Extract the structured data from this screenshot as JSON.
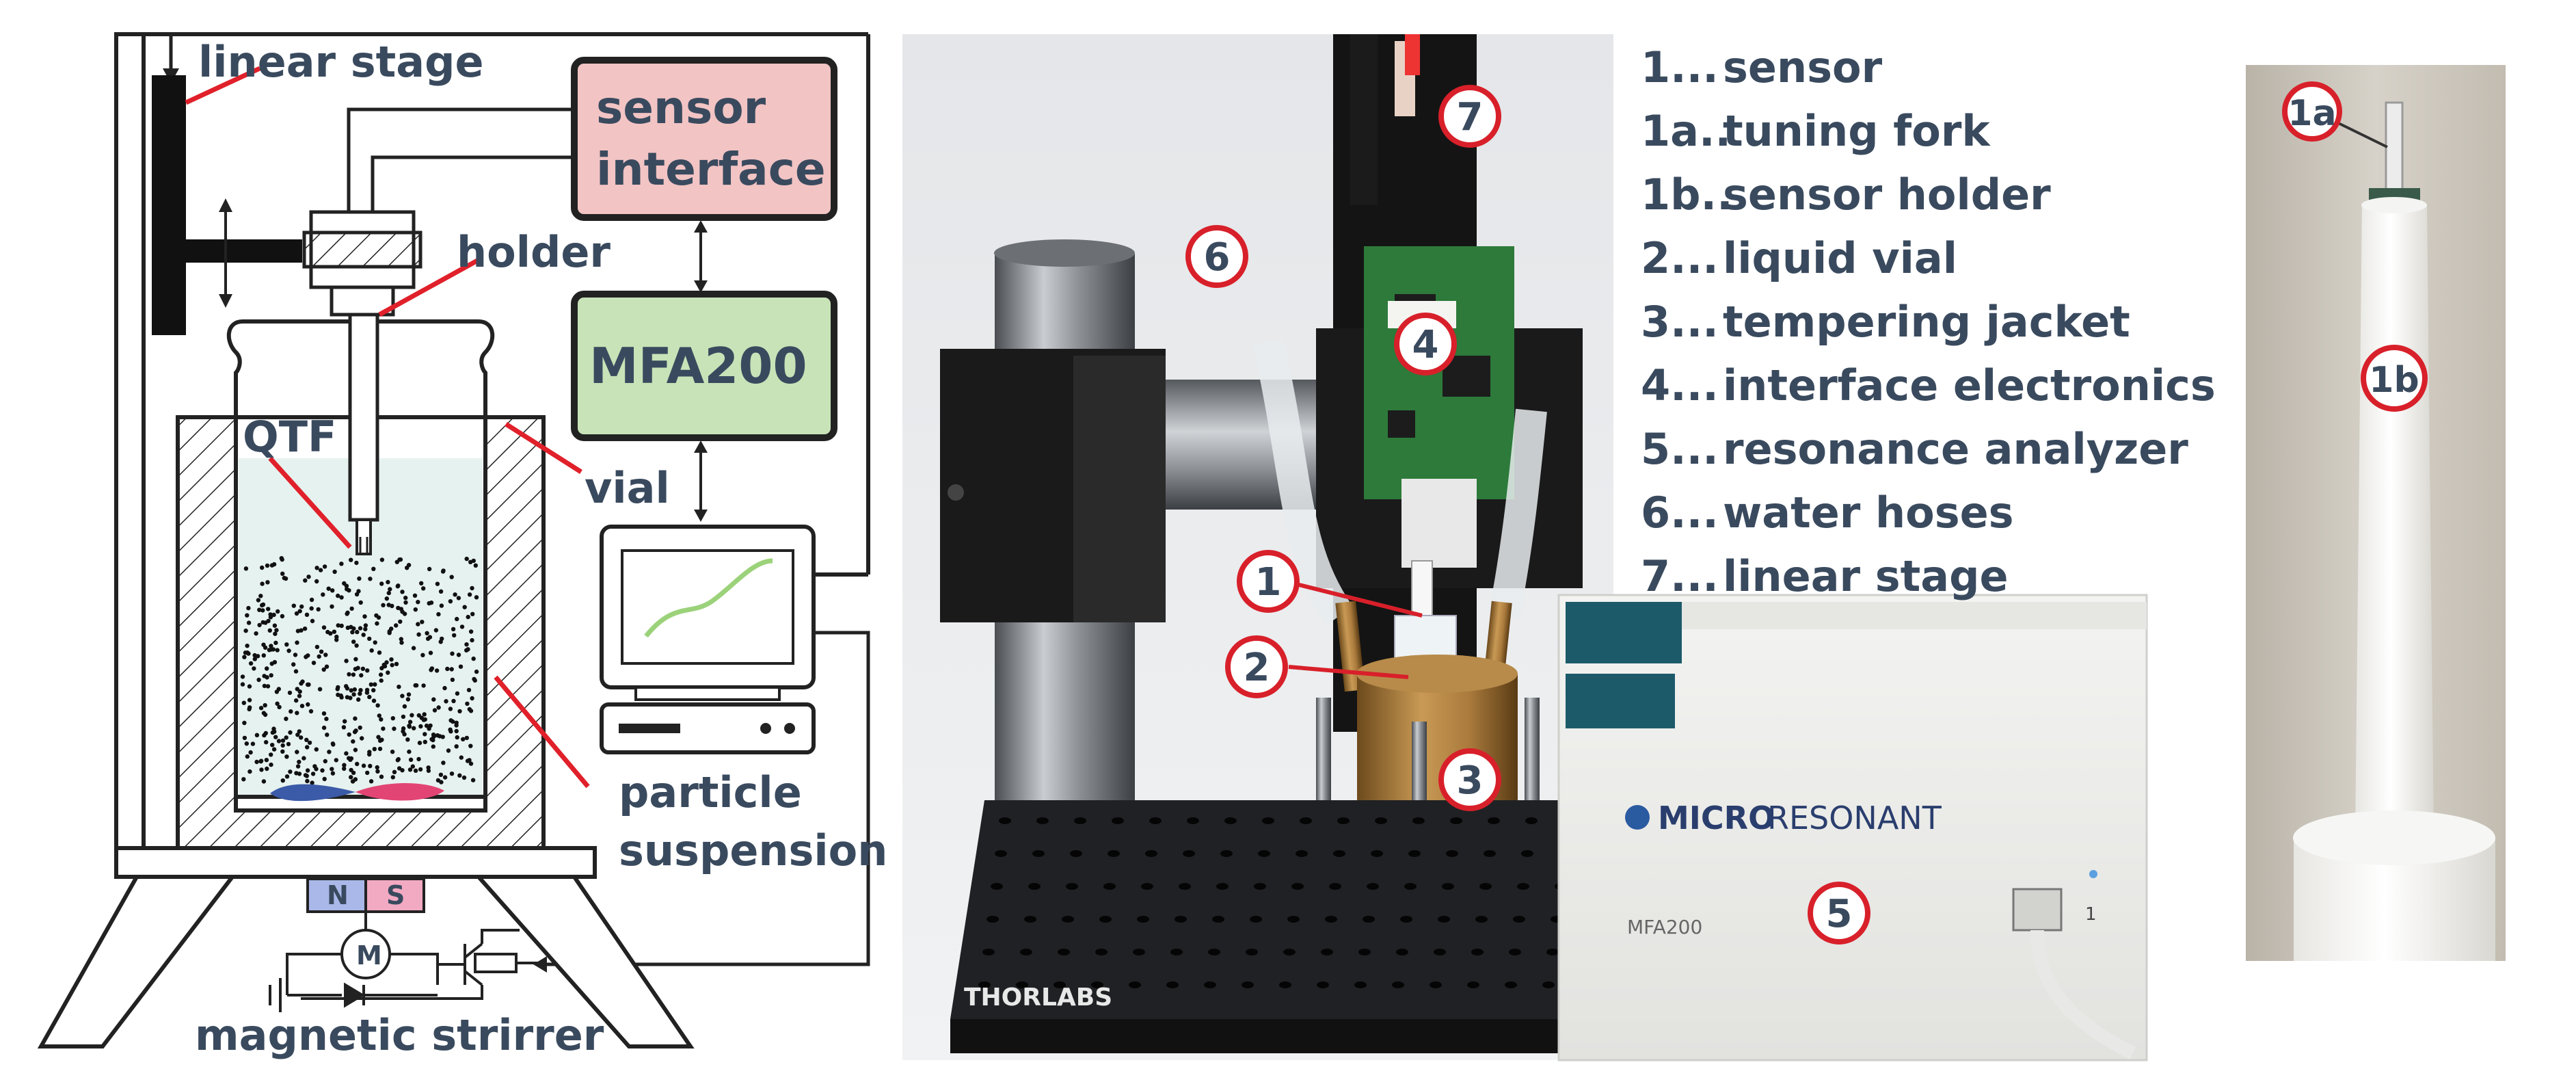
{
  "schematic": {
    "linear_stage": "linear stage",
    "sensor_interface_line1": "sensor",
    "sensor_interface_line2": "interface",
    "holder": "holder",
    "mfa200": "MFA200",
    "qtf": "QTF",
    "vial": "vial",
    "particle": "particle",
    "suspension": "suspension",
    "magnet_n": "N",
    "magnet_s": "S",
    "motor": "M",
    "magnetic_stirrer": "magnetic strirrer"
  },
  "photo": {
    "brand": "MICRORESONANT",
    "brand_first": "MICRO",
    "brand_second": "RESONANT",
    "device_label": "MFA200",
    "port_label": "1",
    "thorlabs": "THORLABS",
    "markers": [
      "1",
      "2",
      "3",
      "4",
      "5",
      "6",
      "7"
    ]
  },
  "legend": [
    {
      "key": "1...",
      "text": "sensor"
    },
    {
      "key": "1a..",
      "text": "tuning fork"
    },
    {
      "key": "1b..",
      "text": "sensor holder"
    },
    {
      "key": "2...",
      "text": "liquid vial"
    },
    {
      "key": "3...",
      "text": "tempering jacket"
    },
    {
      "key": "4...",
      "text": "interface electronics"
    },
    {
      "key": "5...",
      "text": "resonance analyzer"
    },
    {
      "key": "6...",
      "text": "water hoses"
    },
    {
      "key": "7...",
      "text": "linear stage"
    }
  ],
  "sensor_photo": {
    "marker_1a": "1a",
    "marker_1b": "1b"
  },
  "colors": {
    "label_text": "#3a4a5e",
    "sensor_interface_fill": "#f2c4c4",
    "mfa200_fill": "#c8e3b8",
    "marker_ring": "#d8202a",
    "leader_red": "#e0202a",
    "liquid": "#e6f2ef"
  }
}
